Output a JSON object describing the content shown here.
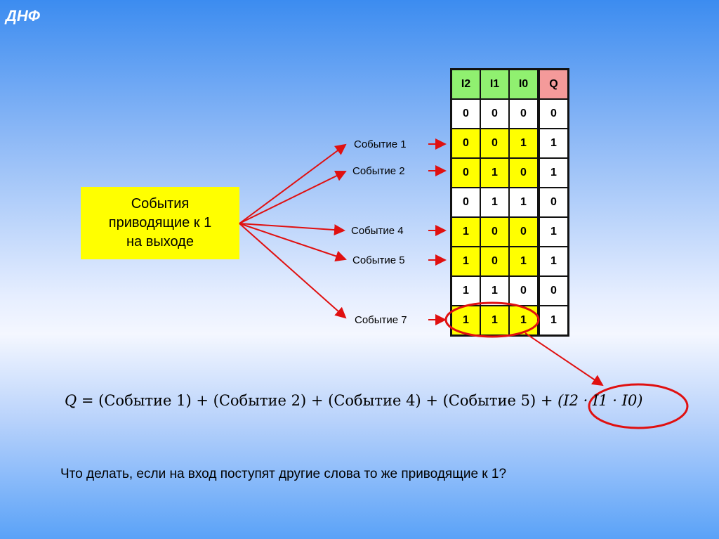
{
  "title": "ДНФ",
  "box_label": "События\nприводящие к 1\nна выходе",
  "table": {
    "headers": [
      "I2",
      "I1",
      "I0",
      "Q"
    ],
    "rows": [
      [
        "0",
        "0",
        "0",
        "0"
      ],
      [
        "0",
        "0",
        "1",
        "1"
      ],
      [
        "0",
        "1",
        "0",
        "1"
      ],
      [
        "0",
        "1",
        "1",
        "0"
      ],
      [
        "1",
        "0",
        "0",
        "1"
      ],
      [
        "1",
        "0",
        "1",
        "1"
      ],
      [
        "1",
        "1",
        "0",
        "0"
      ],
      [
        "1",
        "1",
        "1",
        "1"
      ]
    ]
  },
  "events": [
    "Событие 1",
    "Событие 2",
    "Событие 4",
    "Событие 5",
    "Событие 7"
  ],
  "formula": {
    "lhs": "Q",
    "eq": " = ",
    "terms": "(Событие 1) + (Событие 2) + (Событие 4) + (Событие 5) + ",
    "product": "(I2 · I1 · I0)"
  },
  "question": "Что делать, если на вход поступят другие слова то же приводящие к 1?",
  "colors": {
    "highlight": "#ffff00",
    "header_inputs": "#90f070",
    "header_output": "#f49a9a",
    "arrow": "#e01010"
  }
}
